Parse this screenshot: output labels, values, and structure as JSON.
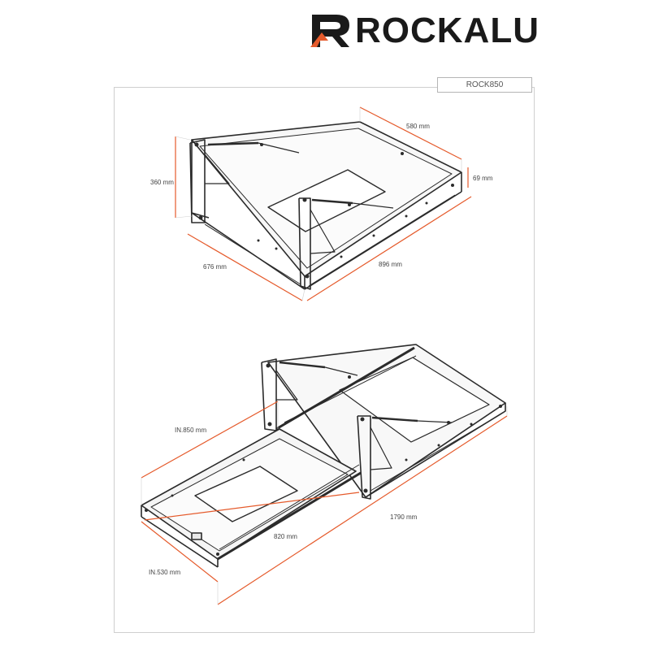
{
  "brand": {
    "name": "ROCKALU",
    "accent_color": "#e55a2b",
    "text_color": "#1a1a1a"
  },
  "model": "ROCK850",
  "top_view": {
    "dimensions": {
      "depth": "580 mm",
      "frame_height": "69 mm",
      "height": "360 mm",
      "width": "676 mm",
      "length": "896 mm"
    }
  },
  "bottom_view": {
    "dimensions": {
      "extension": "IN.850 mm",
      "total_length": "1790 mm",
      "tray_length": "820 mm",
      "tray_width": "IN.530 mm"
    }
  },
  "dimension_line_color": "#e55a2b"
}
